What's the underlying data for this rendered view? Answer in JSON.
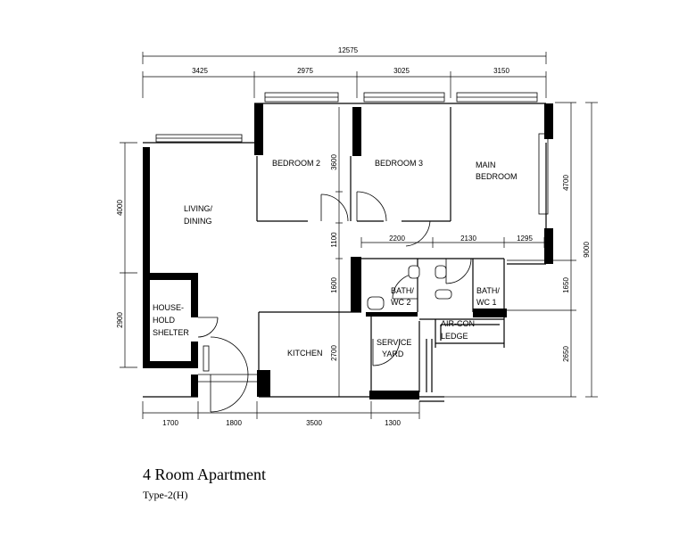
{
  "dimensions": {
    "top_total": "12575",
    "top_segments": [
      "3425",
      "2975",
      "3025",
      "3150"
    ],
    "bottom_segments": [
      "1700",
      "1800",
      "3500",
      "1300"
    ],
    "left_upper": "4000",
    "left_lower": "2900",
    "right_total": "9000",
    "right_segments": [
      "4700",
      "1650",
      "2650"
    ],
    "interior": {
      "bedroom2_depth": "3600",
      "corridor": "1100",
      "bath_depth": "1600",
      "kitchen_depth": "2700",
      "corridor_segments": [
        "2200",
        "2130",
        "1295"
      ]
    }
  },
  "rooms": {
    "bedroom2": "BEDROOM 2",
    "bedroom3": "BEDROOM 3",
    "main_bedroom": [
      "MAIN",
      "BEDROOM"
    ],
    "living_dining": [
      "LIVING/",
      "DINING"
    ],
    "household_shelter": [
      "HOUSE-",
      "HOLD",
      "SHELTER"
    ],
    "kitchen": "KITCHEN",
    "service_yard": [
      "SERVICE",
      "YARD"
    ],
    "bath_wc2": [
      "BATH/",
      "WC 2"
    ],
    "bath_wc1": [
      "BATH/",
      "WC 1"
    ],
    "aircon_ledge": [
      "AIR-CON",
      "LEDGE"
    ]
  },
  "caption": {
    "title": "4 Room Apartment",
    "subtitle": "Type-2(H)"
  }
}
